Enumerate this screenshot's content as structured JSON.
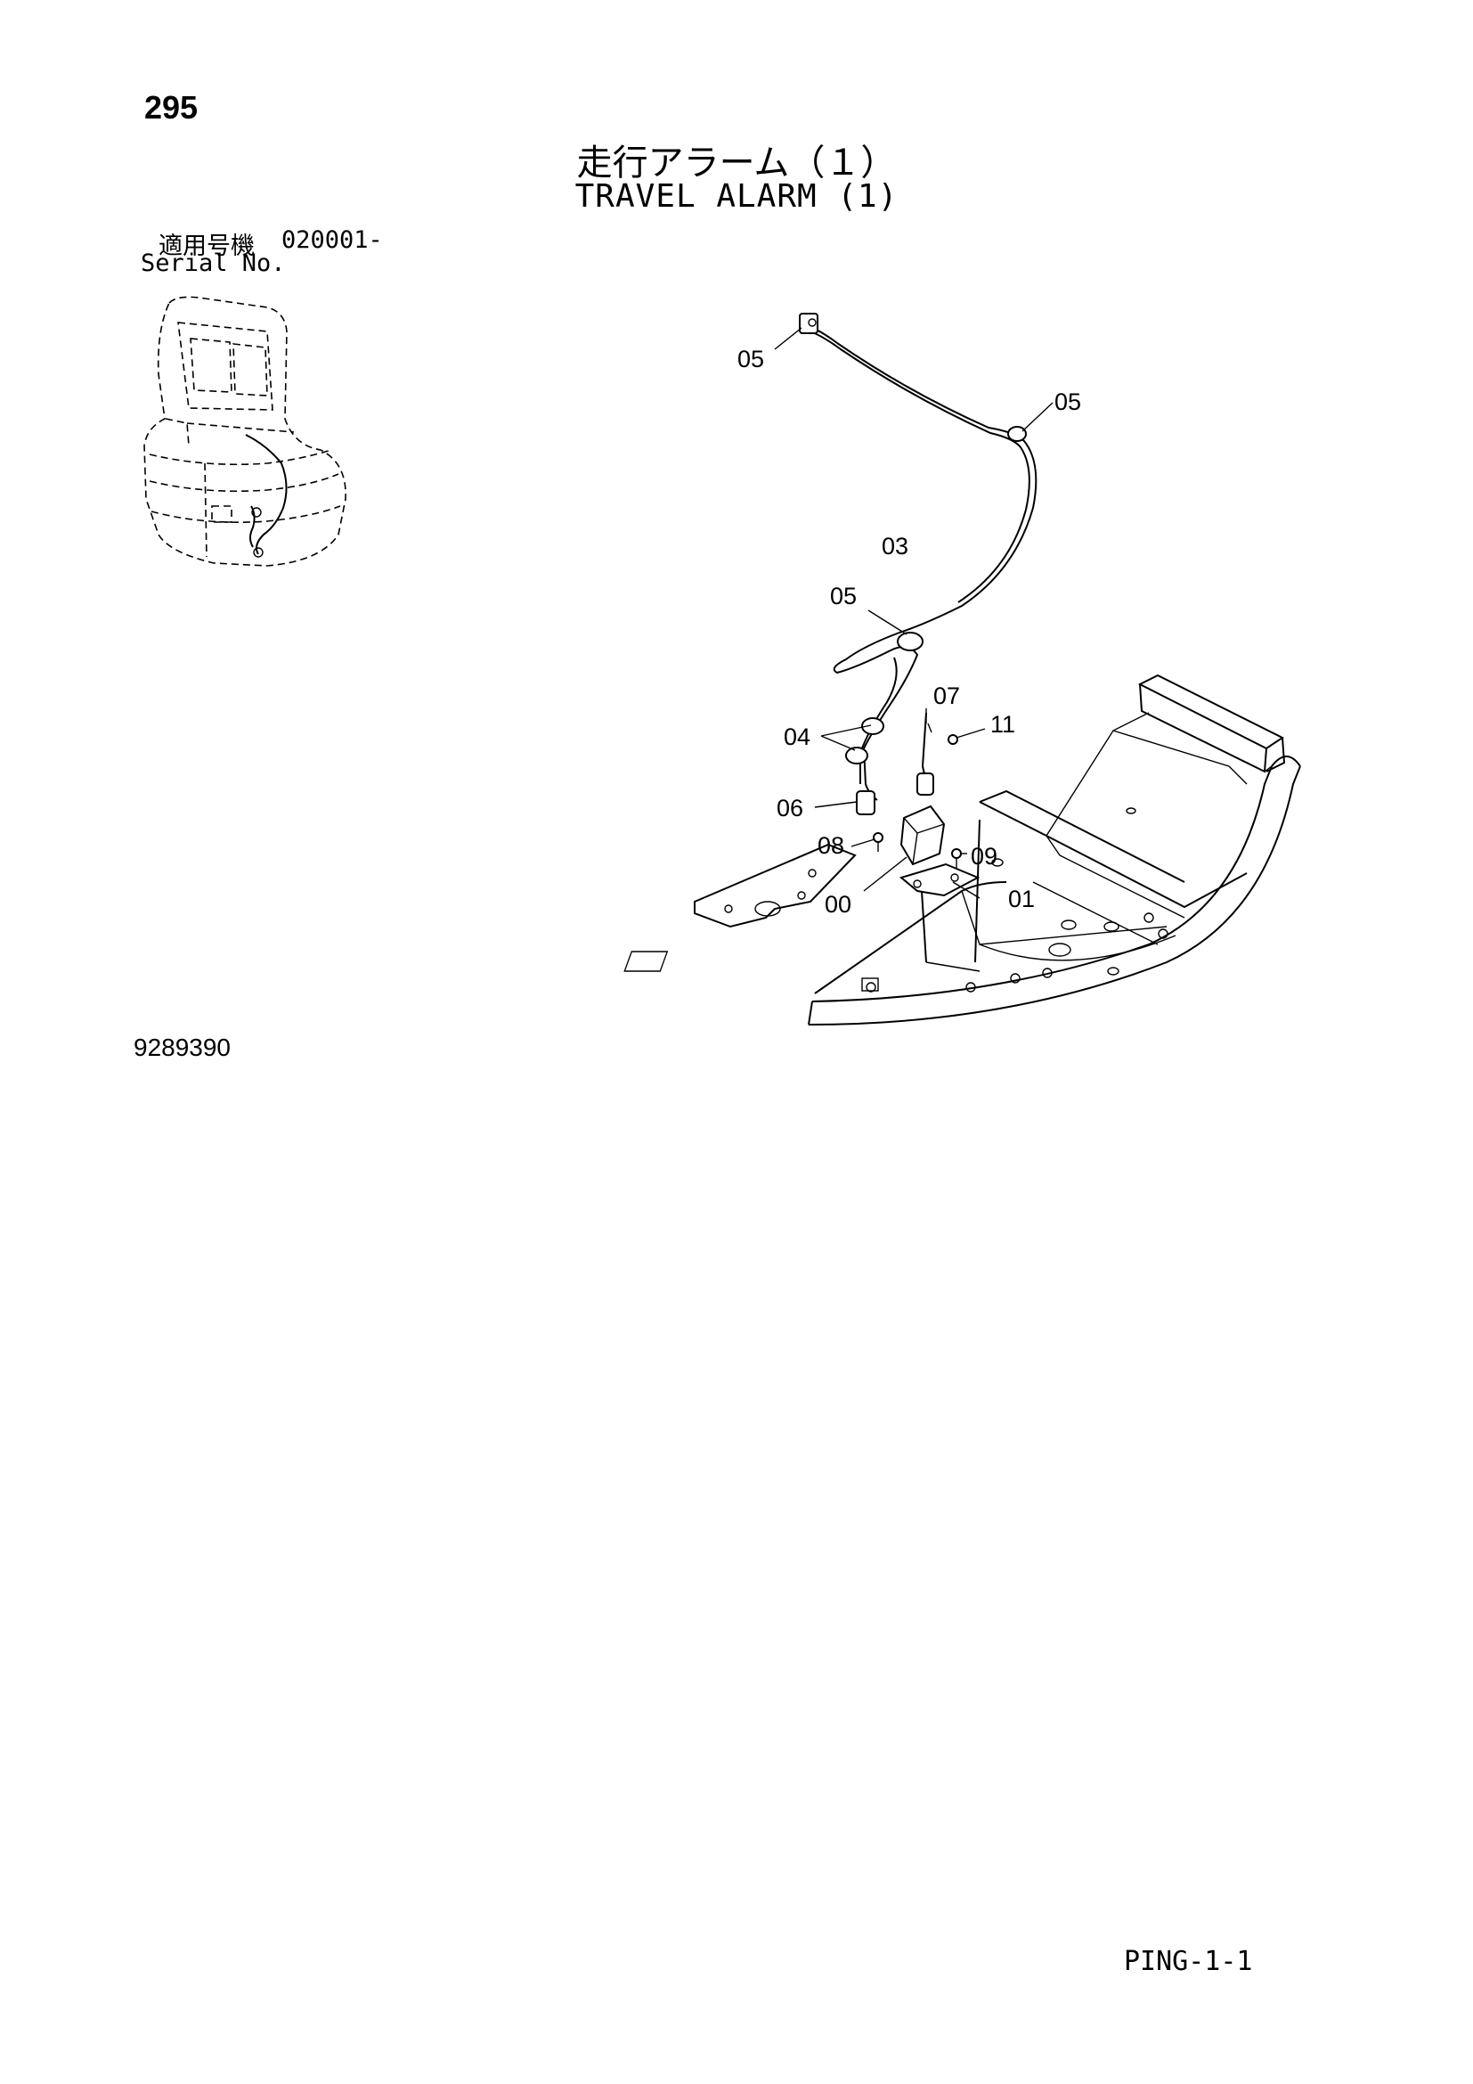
{
  "page": {
    "number": "295",
    "title_jp": "走行アラーム（１）",
    "title_en": "TRAVEL ALARM (1)",
    "serial_label_jp": "適用号機",
    "serial_number": "020001-",
    "serial_label_en": "Serial No.",
    "drawing_number": "9289390",
    "page_code": "PING-1-1"
  },
  "callouts": {
    "c05_top": "05",
    "c05_right": "05",
    "c03": "03",
    "c05_mid": "05",
    "c07": "07",
    "c11": "11",
    "c04": "04",
    "c06": "06",
    "c08": "08",
    "c09": "09",
    "c00": "00",
    "c01": "01"
  }
}
